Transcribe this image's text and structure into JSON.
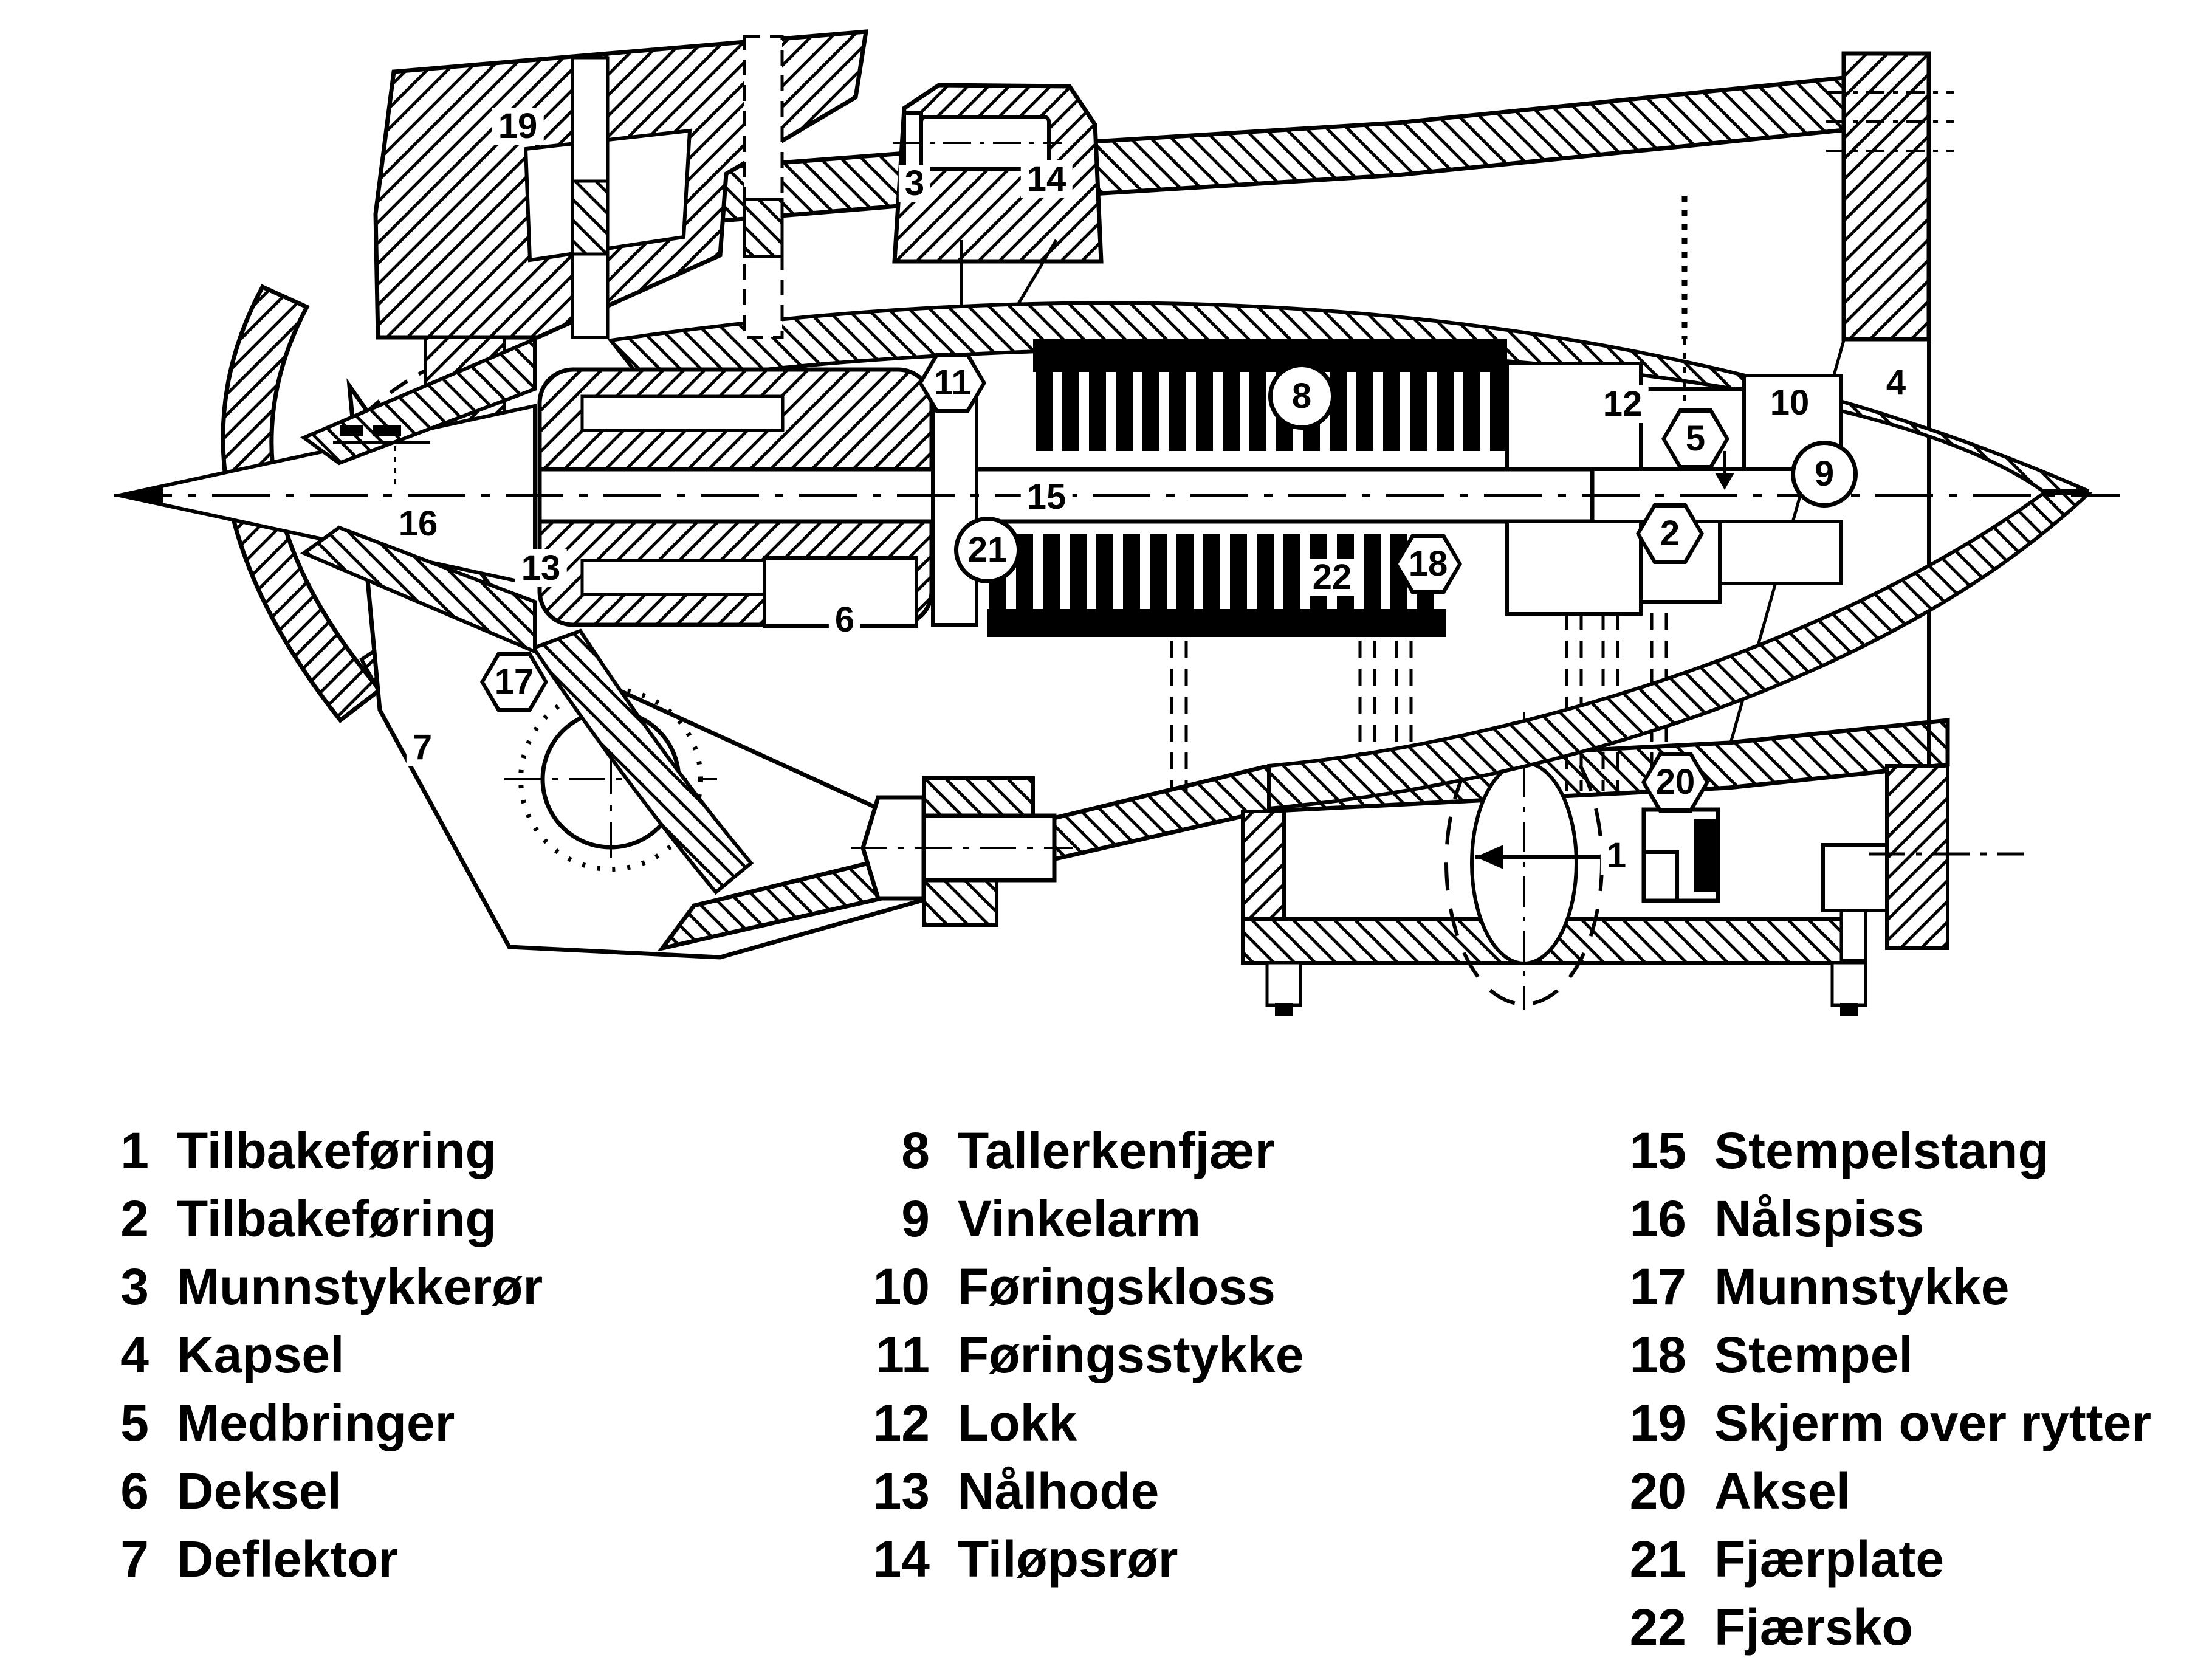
{
  "figure": {
    "kind": "technical cross-section drawing of a Pelton turbine nozzle / injector assembly",
    "language": "Norwegian",
    "ink": "#000000",
    "paper": "#ffffff"
  },
  "diagram": {
    "callouts": [
      {
        "n": "1"
      },
      {
        "n": "2"
      },
      {
        "n": "3"
      },
      {
        "n": "4"
      },
      {
        "n": "5"
      },
      {
        "n": "6"
      },
      {
        "n": "7"
      },
      {
        "n": "8"
      },
      {
        "n": "9"
      },
      {
        "n": "10"
      },
      {
        "n": "11"
      },
      {
        "n": "12"
      },
      {
        "n": "13"
      },
      {
        "n": "14"
      },
      {
        "n": "15"
      },
      {
        "n": "16"
      },
      {
        "n": "17"
      },
      {
        "n": "18"
      },
      {
        "n": "19"
      },
      {
        "n": "20"
      },
      {
        "n": "21"
      },
      {
        "n": "22"
      }
    ]
  },
  "legend": {
    "columns": [
      {
        "items": [
          {
            "num": "1",
            "label": "Tilbakeføring"
          },
          {
            "num": "2",
            "label": "Tilbakeføring"
          },
          {
            "num": "3",
            "label": "Munnstykkerør"
          },
          {
            "num": "4",
            "label": "Kapsel"
          },
          {
            "num": "5",
            "label": "Medbringer"
          },
          {
            "num": "6",
            "label": "Deksel"
          },
          {
            "num": "7",
            "label": "Deflektor"
          }
        ]
      },
      {
        "items": [
          {
            "num": "8",
            "label": "Tallerkenfjær"
          },
          {
            "num": "9",
            "label": "Vinkelarm"
          },
          {
            "num": "10",
            "label": "Føringskloss"
          },
          {
            "num": "11",
            "label": "Føringsstykke"
          },
          {
            "num": "12",
            "label": "Lokk"
          },
          {
            "num": "13",
            "label": "Nålhode"
          },
          {
            "num": "14",
            "label": "Tiløpsrør"
          }
        ]
      },
      {
        "items": [
          {
            "num": "15",
            "label": "Stempelstang"
          },
          {
            "num": "16",
            "label": "Nålspiss"
          },
          {
            "num": "17",
            "label": "Munnstykke"
          },
          {
            "num": "18",
            "label": "Stempel"
          },
          {
            "num": "19",
            "label": "Skjerm over rytter"
          },
          {
            "num": "20",
            "label": "Aksel"
          },
          {
            "num": "21",
            "label": "Fjærplate"
          },
          {
            "num": "22",
            "label": "Fjærsko"
          }
        ]
      }
    ]
  }
}
